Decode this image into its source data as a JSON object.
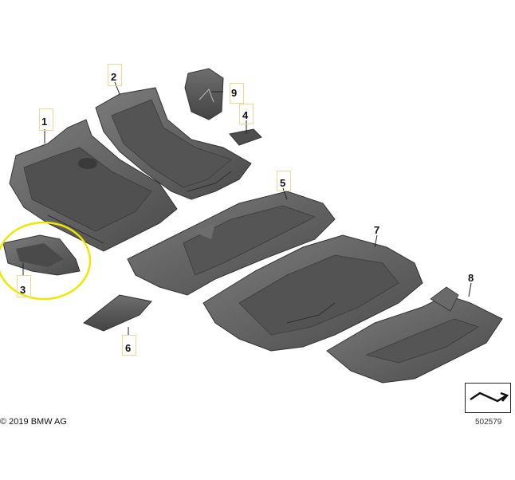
{
  "callouts": [
    {
      "id": "1",
      "label": "1"
    },
    {
      "id": "2",
      "label": "2"
    },
    {
      "id": "3",
      "label": "3"
    },
    {
      "id": "4",
      "label": "4"
    },
    {
      "id": "5",
      "label": "5"
    },
    {
      "id": "6",
      "label": "6"
    },
    {
      "id": "7",
      "label": "7"
    },
    {
      "id": "8",
      "label": "8"
    },
    {
      "id": "9",
      "label": "9"
    }
  ],
  "copyright": "© 2019 BMW AG",
  "reference_number": "502579",
  "colors": {
    "part_fill": "#5b5b5b",
    "part_dark": "#3f3f3f",
    "part_light": "#7a7a7a",
    "highlight_ellipse": "#f2e600",
    "callout_box": "#f0d890"
  },
  "icons": {
    "navigation": "arrow-return-icon"
  }
}
